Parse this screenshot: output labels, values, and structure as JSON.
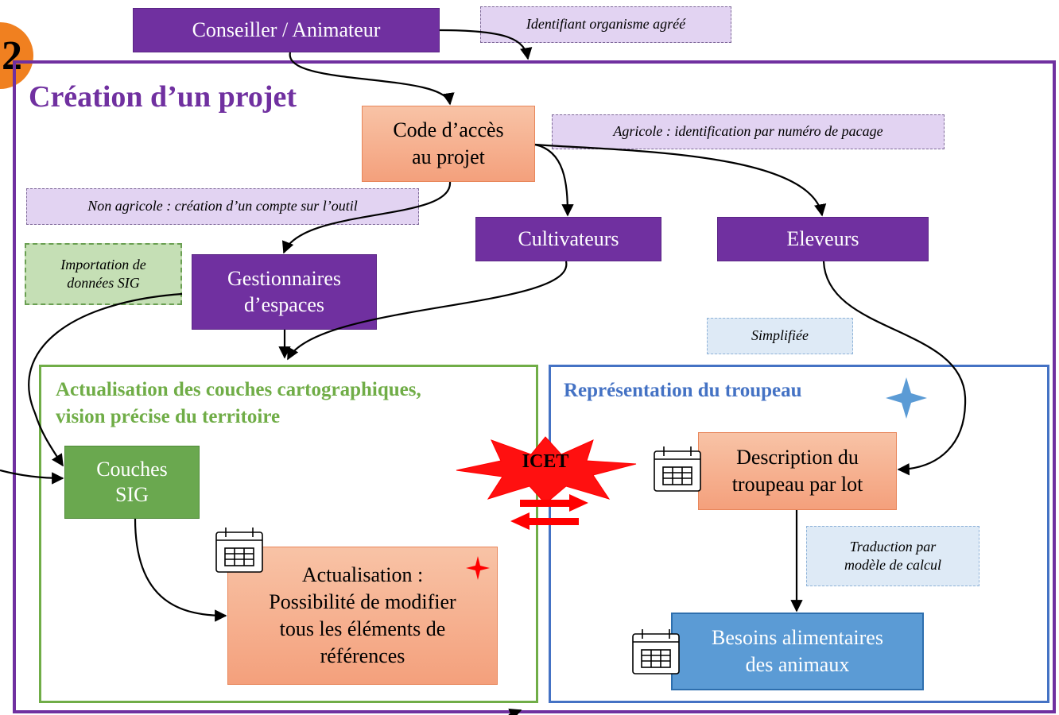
{
  "step_number": "2",
  "project_frame": {
    "title": "Création d’un projet"
  },
  "top_box": {
    "label": "Conseiller / Animateur"
  },
  "notes": {
    "approved_org": "Identifiant organisme agréé",
    "agricole": "Agricole : identification par numéro de pacage",
    "non_agricole": "Non agricole : création d’un compte sur l’outil",
    "gis_import": "Importation de\ndonnées SIG",
    "simplified": "Simplifiée",
    "translation": "Traduction par\nmodèle de calcul"
  },
  "access_code": {
    "label": "Code d’accès\nau projet"
  },
  "actors": {
    "cultivators": "Cultivateurs",
    "breeders": "Eleveurs",
    "space_managers": "Gestionnaires\nd’espaces"
  },
  "map_section": {
    "title": "Actualisation des couches cartographiques,\nvision précise du territoire",
    "gis_layers": "Couches\nSIG",
    "update": "Actualisation :\nPossibilité de modifier\ntous les éléments de\nréférences"
  },
  "herd_section": {
    "title": "Représentation du troupeau",
    "description": "Description du\ntroupeau par lot",
    "needs": "Besoins alimentaires\ndes animaux"
  },
  "badge": {
    "label": "ICET"
  },
  "colors": {
    "purple": "#7030a0",
    "orange": "#f4a07c",
    "green": "#70ad47",
    "blue": "#4472c4",
    "red_star": "#ff0000",
    "orange_circle": "#f08020"
  },
  "icons": [
    "calendar-icon",
    "blue-sparkle-icon",
    "red-sparkle-icon",
    "exchange-arrows-icon"
  ]
}
